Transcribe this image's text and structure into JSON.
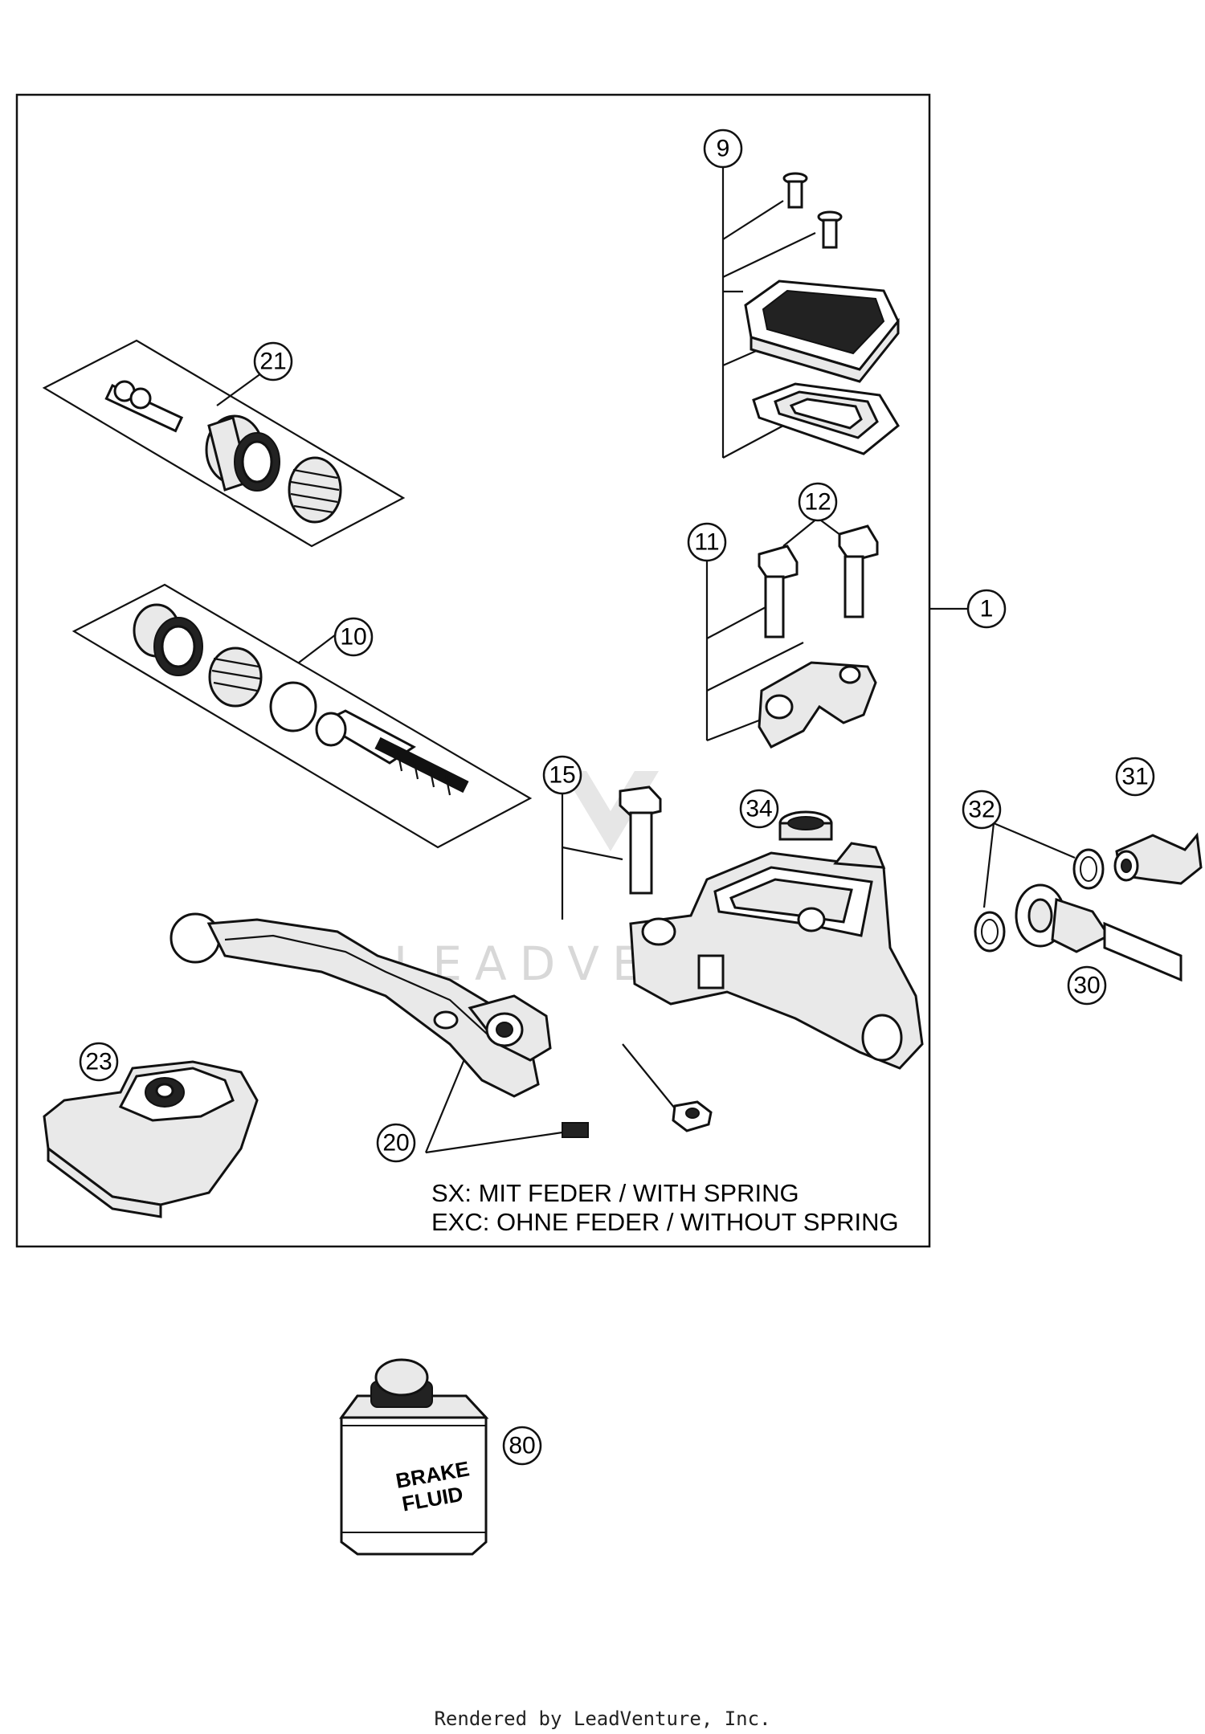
{
  "callouts": [
    {
      "id": "c1",
      "label": "1"
    },
    {
      "id": "c9",
      "label": "9"
    },
    {
      "id": "c10",
      "label": "10"
    },
    {
      "id": "c11",
      "label": "11"
    },
    {
      "id": "c12",
      "label": "12"
    },
    {
      "id": "c15",
      "label": "15"
    },
    {
      "id": "c20",
      "label": "20"
    },
    {
      "id": "c21",
      "label": "21"
    },
    {
      "id": "c23",
      "label": "23"
    },
    {
      "id": "c30",
      "label": "30"
    },
    {
      "id": "c31",
      "label": "31"
    },
    {
      "id": "c32",
      "label": "32"
    },
    {
      "id": "c34",
      "label": "34"
    },
    {
      "id": "c80",
      "label": "80"
    }
  ],
  "notes": {
    "line1": "SX: MIT FEDER / WITH SPRING",
    "line2": "EXC: OHNE FEDER / WITHOUT SPRING"
  },
  "bottle_label": {
    "line1": "BRAKE",
    "line2": "FLUID"
  },
  "watermark": "LEADVENTURE",
  "footer": "Rendered by LeadVenture, Inc."
}
